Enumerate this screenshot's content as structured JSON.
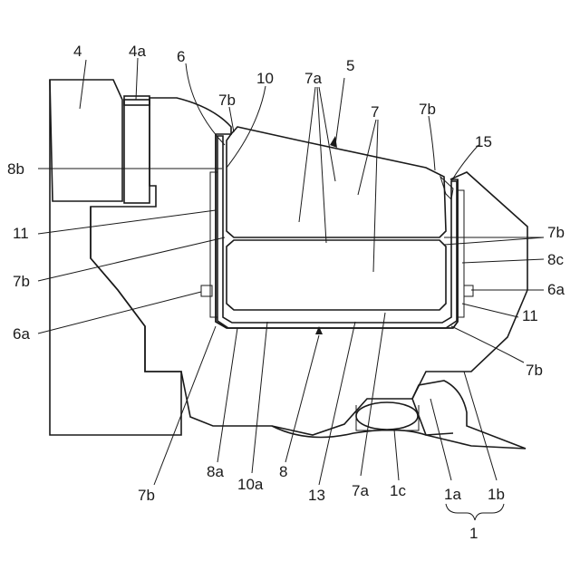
{
  "figure": {
    "labels": {
      "l4": "4",
      "l4a": "4a",
      "l6": "6",
      "l7b_tl": "7b",
      "l10": "10",
      "l7a_top": "7a",
      "l5": "5",
      "l7_top": "7",
      "l7b_tr": "7b",
      "l15": "15",
      "l8b": "8b",
      "l11_left": "11",
      "l7b_right": "7b",
      "l8c": "8c",
      "l7b_left": "7b",
      "l6a_right": "6a",
      "l6a_left": "6a",
      "l11_right": "11",
      "l7b_br": "7b",
      "l7b_bl": "7b",
      "l8a": "8a",
      "l10a": "10a",
      "l8": "8",
      "l13": "13",
      "l7a_bottom": "7a",
      "l1c": "1c",
      "l1a": "1a",
      "l1b": "1b",
      "l1": "1"
    }
  }
}
